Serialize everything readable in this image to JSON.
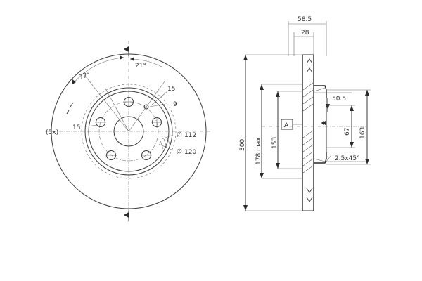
{
  "front_view": {
    "angle_label": "72°",
    "top_label": "21°",
    "hole_label_15a": "15",
    "hole_label_9": "9",
    "bolt_count_label": "(5x)",
    "hole_label_15b": "15",
    "pcd_label": "112",
    "center_bore_label": "120"
  },
  "side_view": {
    "overall_width": "58.5",
    "disc_thickness": "28",
    "hat_offset": "50.5",
    "dia_outer": "300",
    "dia_inner_max": "178 max.",
    "dia_153": "153",
    "datum_label": "A",
    "hub_height_67": "67",
    "hub_dia_163": "163",
    "chamfer": "2.5x45°"
  }
}
